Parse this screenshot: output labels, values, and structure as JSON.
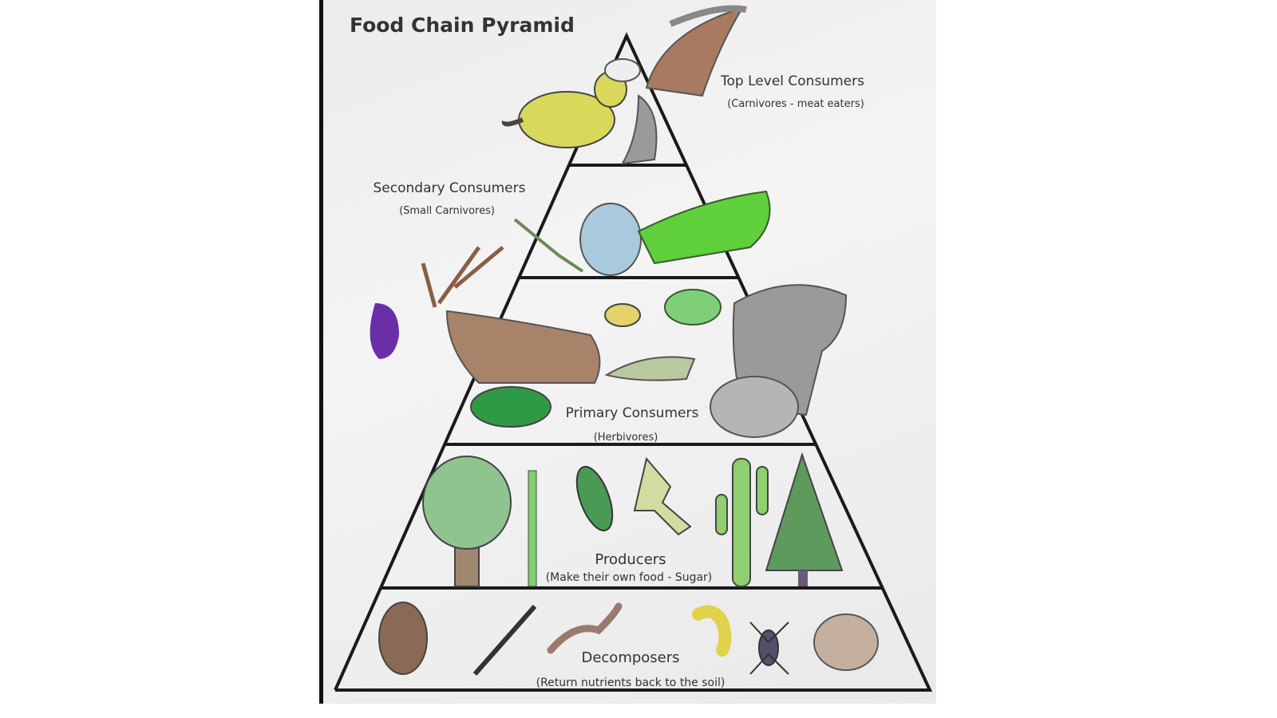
{
  "title": "Food Chain Pyramid",
  "tiers": [
    {
      "name": "Top Level Consumers",
      "desc": "(Carnivores - meat eaters)"
    },
    {
      "name": "Secondary Consumers",
      "desc": "(Small Carnivores)"
    },
    {
      "name": "Primary Consumers",
      "desc": "(Herbivores)"
    },
    {
      "name": "Producers",
      "desc": "(Make their own food - Sugar)"
    },
    {
      "name": "Decomposers",
      "desc": "(Return nutrients back to the soil)"
    }
  ],
  "colors": {
    "line": "#1a1a1a",
    "cheetah": "#d9d85a",
    "eagle": "#a87a62",
    "iguana": "#5fcf3c",
    "snake": "#a9c9dc",
    "deer": "#a9826a",
    "duck": "#2f9a45",
    "tree": "#8fc48f",
    "cactus": "#8fcf70",
    "pine": "#5e9a5e",
    "grub": "#8a6a55",
    "spider": "#55506a",
    "purple": "#6a2fa8"
  }
}
